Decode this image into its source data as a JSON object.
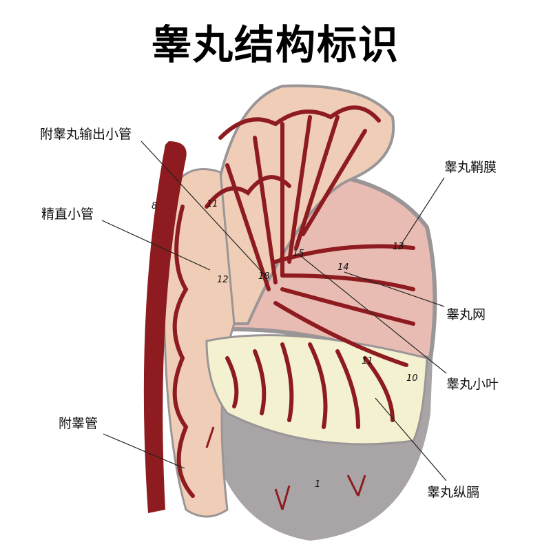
{
  "title": "睾丸结构标识",
  "labels": {
    "efferent_ductules": "附睾丸输出小管",
    "straight_tubules": "精直小管",
    "epididymal_duct": "附睾管",
    "tunica_vaginalis": "睾丸鞘膜",
    "rete_testis": "睾丸网",
    "lobules": "睾丸小叶",
    "mediastinum": "睾丸纵膈"
  },
  "model_numbers": [
    "11",
    "13",
    "12",
    "18",
    "15",
    "14",
    "11",
    "10",
    "1",
    "8"
  ],
  "colors": {
    "tubule": "#8e1b1f",
    "pink": "#e8b8b0",
    "cream": "#f3f1cf",
    "gray": "#a6a2a4",
    "skin": "#efcdb6"
  }
}
